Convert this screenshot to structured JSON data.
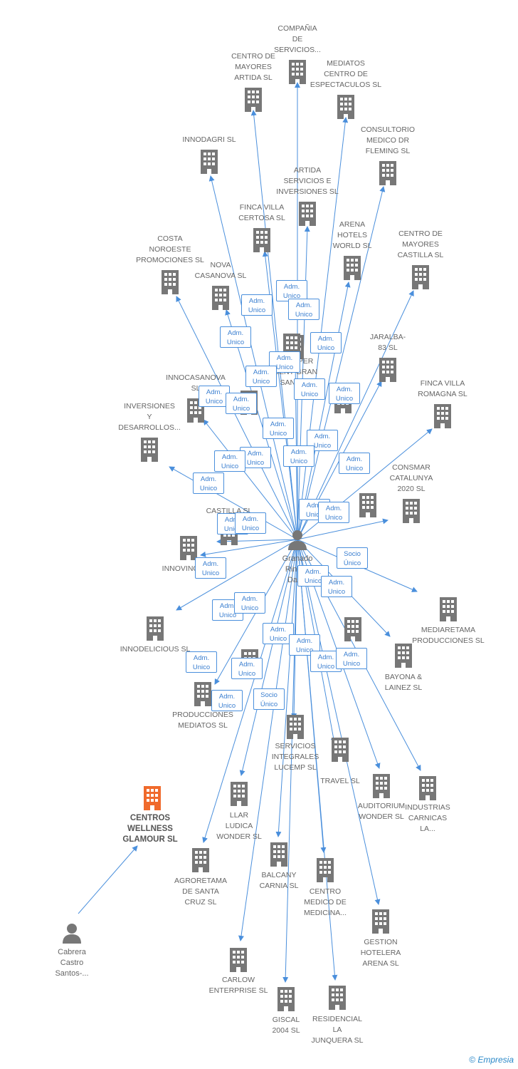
{
  "colors": {
    "edge": "#4a8fdc",
    "company": "#777777",
    "highlight": "#f06a2c",
    "person": "#777777"
  },
  "center_person": {
    "name": "Granado\nRincon\nDavid"
  },
  "main_company": {
    "name": "CENTROS\nWELLNESS\nGLAMOUR SL"
  },
  "second_person": {
    "name": "Cabrera\nCastro\nSantos-..."
  },
  "companies": [
    "COMPAÑIA\nDE\nSERVICIOS...",
    "CENTRO DE\nMAYORES\nARTIDA SL",
    "MEDIATOS\nCENTRO DE\nESPECTACULOS SL",
    "CONSULTORIO\nMEDICO DR\nFLEMING SL",
    "INNODAGRI SL",
    "ARTIDA\nSERVICIOS E\nINVERSIONES SL",
    "FINCA VILLA\nCERTOSA SL",
    "ARENA\nHOTELS\nWORLD SL",
    "CENTRO DE\nMAYORES\nCASTILLA SL",
    "COSTA\nNOROESTE\nPROMOCIONES SL",
    "NOVA\nCASANOVA SL",
    "JARALBA-\n83 SL",
    "LLAR PER\nGENT GRAN\nSANTA...",
    "INNOCASANOVA\nSL",
    "FINCA VILLA\nROMAGNA SL",
    "INVERSIONES\nY\nDESARROLLOS...",
    "CONSMAR\nCATALUNYA\n2020 SL",
    "CASTILLA SL",
    "INNOVINOS SL",
    "MEDIARETAMA\nPRODUCCIONES SL",
    "INNODELICIOUS SL",
    "BAYONA &\nLAINEZ SL",
    "PRODUCCIONES\nMEDIATOS SL",
    "SERVICIOS\nINTEGRALES\nLUCEMP SL",
    "TRAVEL SL",
    "AUDITORIUM\nWONDER SL",
    "INDUSTRIAS\nCARNICAS\nLA...",
    "LLAR\nLUDICA\nWONDER SL",
    "AGRORETAMA\nDE SANTA\nCRUZ SL",
    "BALCANY\nCARNIA SL",
    "CENTRO\nMEDICO DE\nMEDICINA...",
    "GESTION\nHOTELERA\nARENA SL",
    "CARLOW\nENTERPRISE SL",
    "GISCAL\n2004 SL",
    "RESIDENCIAL\nLA\nJUNQUERA SL"
  ],
  "badges": [
    "Adm.\nUnico",
    "Adm.\nUnico",
    "Adm.\nUnico",
    "Adm.\nUnico",
    "Adm.\nUnico",
    "Adm.\nUnico",
    "Adm.\nUnico",
    "Adm.\nUnico",
    "Adm.\nUnico",
    "Adm.\nUnico",
    "Adm.\nUnico",
    "Adm.\nUnico",
    "Adm.\nUnico",
    "Adm.\nUnico",
    "Adm.\nUnico",
    "Adm.\nUnico",
    "Adm.\nUnico",
    "Adm.\nUnico",
    "Adm.\nUnico",
    "Adm.\nUnico",
    "Adm.\nUnico",
    "Adm.\nUnico",
    "Socio\nÚnico",
    "Adm.\nUnico",
    "Adm.\nUnico",
    "Adm.\nUnico",
    "Adm.\nUnico",
    "Adm.\nUnico",
    "Adm.\nUnico",
    "Adm.\nUnico",
    "Adm.\nUnico",
    "Adm.\nUnico",
    "Adm.\nUnico",
    "Adm.\nUnico",
    "Adm.\nUnico",
    "Socio\nÚnico"
  ],
  "footer": {
    "copyright": "©",
    "brand": "Empresia"
  }
}
